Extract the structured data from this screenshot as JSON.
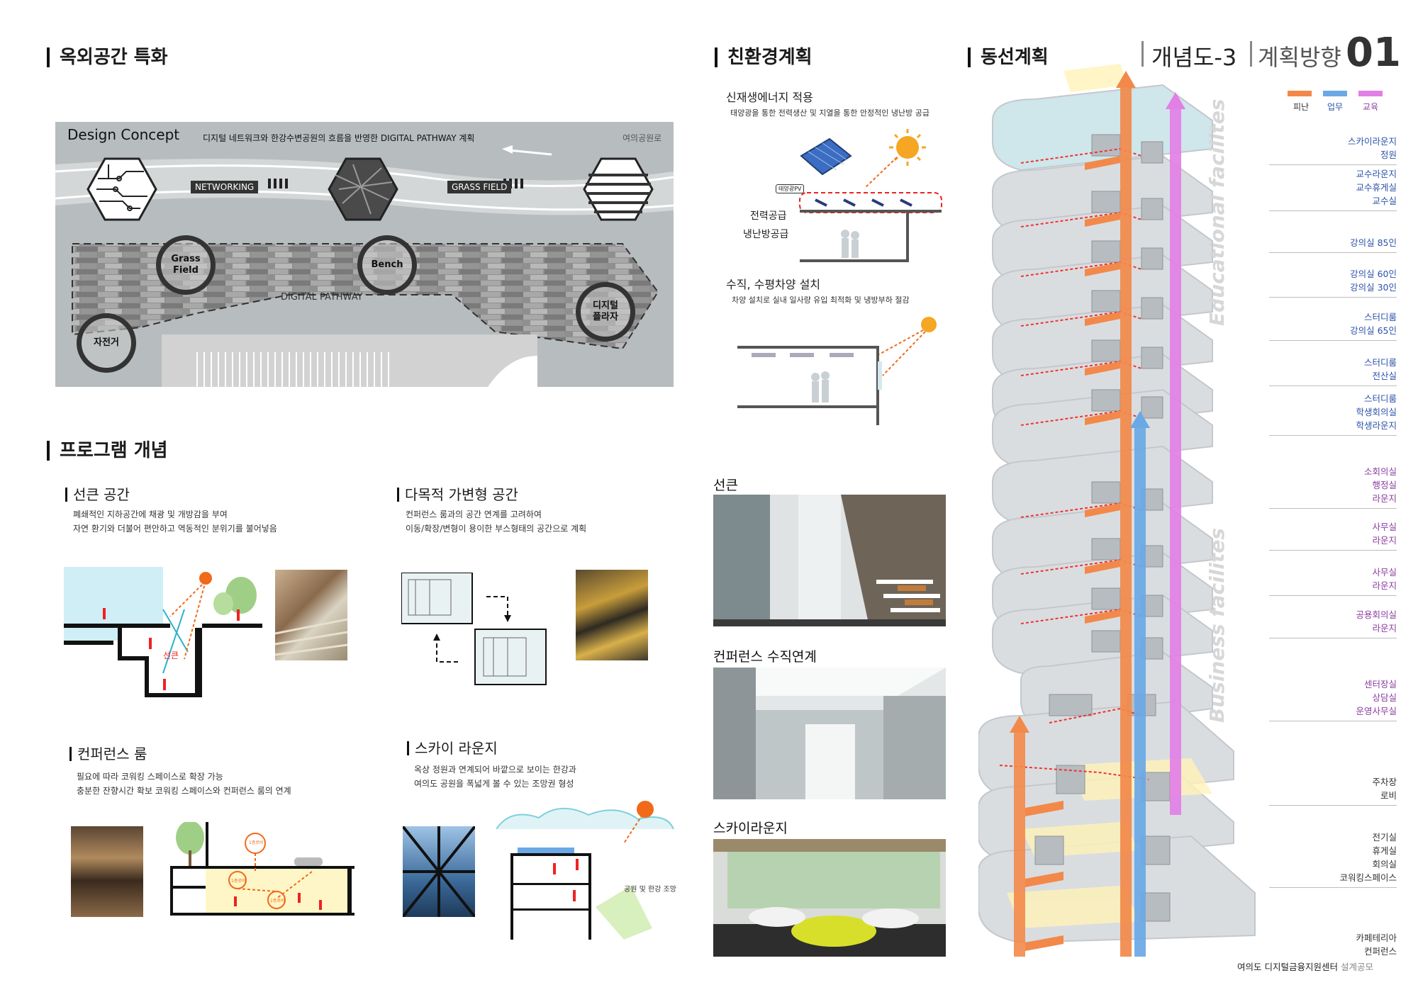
{
  "header": {
    "title_main": "개념도-3",
    "title_sub": "계획방향",
    "number": "01"
  },
  "sections": {
    "outdoor": "옥외공간 특화",
    "program": "프로그램 개념",
    "eco": "친환경계획",
    "circulation": "동선계획"
  },
  "design_concept": {
    "label": "Design Concept",
    "desc": "디지털 네트워크와 한강수변공원의 흐름을 반영한 DIGITAL PATHWAY 계획",
    "road": "여의공원로",
    "networking": "NETWORKING",
    "grass_field_tag": "GRASS FIELD",
    "pathway": "DIGITAL PATHWAY",
    "circles": [
      "Grass Field",
      "Bench",
      "디지털\n플라자",
      "자전거"
    ]
  },
  "program": {
    "sunken": {
      "title": "선큰 공간",
      "lines": [
        "폐쇄적인 지하공간에 채광 및 개방감을 부여",
        "자연 환기와 더불어 편안하고 역동적인 분위기를 불어넣음"
      ],
      "label": "선큰"
    },
    "multi": {
      "title": "다목적 가변형 공간",
      "lines": [
        "컨퍼런스 룸과의 공간 연계를 고려하여",
        "이동/확장/변형이 용이한 부스형태의 공간으로 계획"
      ]
    },
    "conference": {
      "title": "컨퍼런스 룸",
      "lines": [
        "필요에 따라 코워킹 스페이스로 확장 가능",
        "충분한 잔향시간 확보 코워킹 스페이스와 컨퍼런스 룸의 연계"
      ],
      "floor_labels": [
        "1층로비",
        "1층로비",
        "1층로비"
      ]
    },
    "sky": {
      "title": "스카이 라운지",
      "lines": [
        "옥상 정원과 연계되어 바깥으로 보이는 한강과",
        "여의도 공원을 폭넓게 볼 수 있는 조망권 형성"
      ],
      "view_label": "공원 및 한강 조망"
    }
  },
  "eco": {
    "renewable_title": "신재생에너지 적용",
    "renewable_desc": "태양광을 통한 전력생산 및 지열을 통한 안정적인 냉난방 공급",
    "pv_tag": "태양광PV",
    "power": "전력공급",
    "hvac": "냉난방공급",
    "shading_title": "수직, 수평차양 설치",
    "shading_desc": "차양 설치로 실내 일사량 유입 최적화 및 냉방부하 절감"
  },
  "renders": {
    "sunken": "선큰",
    "conference_vertical": "컨퍼런스 수직연계",
    "sky_lounge": "스카이라운지"
  },
  "legend": [
    {
      "label": "피난",
      "color": "#f2894a"
    },
    {
      "label": "업무",
      "color": "#6aa8e6"
    },
    {
      "label": "교육",
      "color": "#e27fe6"
    }
  ],
  "zones": {
    "educational": "Educational facilites",
    "business": "Business facilites"
  },
  "floors": [
    {
      "lines": [
        "스카이라운지",
        "정원"
      ],
      "cls": "blue"
    },
    {
      "lines": [
        "교수라운지",
        "교수휴게실",
        "교수실"
      ],
      "cls": "blue"
    },
    {
      "lines": [
        "강의실 85인"
      ],
      "cls": "blue"
    },
    {
      "lines": [
        "강의실 60인",
        "강의실 30인"
      ],
      "cls": "blue"
    },
    {
      "lines": [
        "스터디룸",
        "강의실 65인"
      ],
      "cls": "blue"
    },
    {
      "lines": [
        "스터디룸",
        "전산실"
      ],
      "cls": "blue"
    },
    {
      "lines": [
        "스터디룸",
        "학생회의실",
        "학생라운지"
      ],
      "cls": "blue"
    },
    {
      "lines": [
        "소회의실",
        "행정실",
        "라운지"
      ],
      "cls": "purple"
    },
    {
      "lines": [
        "사무실",
        "라운지"
      ],
      "cls": "purple"
    },
    {
      "lines": [
        "사무실",
        "라운지"
      ],
      "cls": "purple"
    },
    {
      "lines": [
        "공용회의실",
        "라운지"
      ],
      "cls": "purple"
    },
    {
      "lines": [
        "센터장실",
        "상담실",
        "운영사무실"
      ],
      "cls": "purple"
    },
    {
      "lines": [
        "주차장",
        "로비"
      ],
      "cls": "gray"
    },
    {
      "lines": [
        "전기실",
        "휴게실",
        "회의실",
        "코워킹스페이스"
      ],
      "cls": "gray"
    },
    {
      "lines": [
        "카페테리아",
        "컨퍼런스"
      ],
      "cls": "gray"
    }
  ],
  "footer": {
    "project": "여의도 디지털금융지원센터",
    "suffix": "설계공모"
  }
}
